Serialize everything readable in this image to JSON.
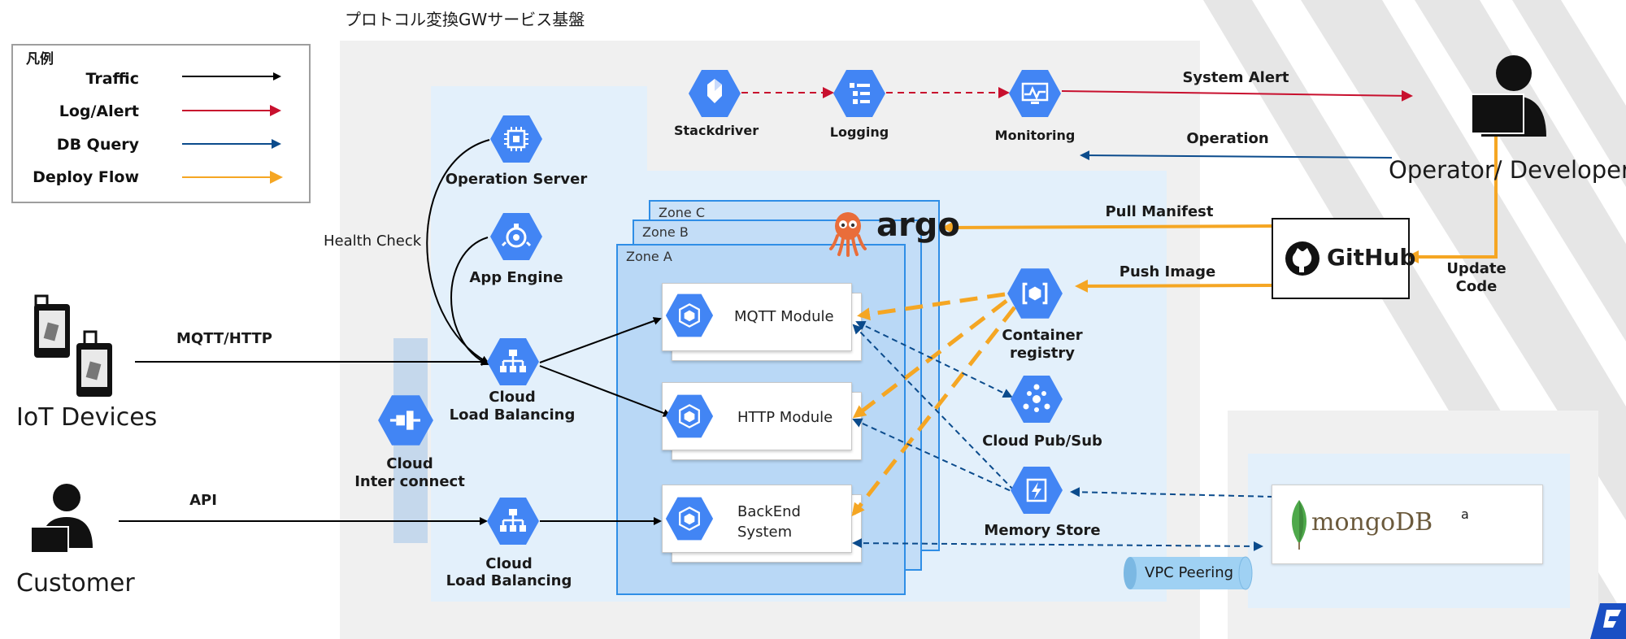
{
  "title": "プロトコル変換GWサービス基盤",
  "legend": {
    "heading": "凡例",
    "items": [
      {
        "label": "Traffic",
        "color": "#000000"
      },
      {
        "label": "Log/Alert",
        "color": "#c8102e"
      },
      {
        "label": "DB Query",
        "color": "#0b4b8c"
      },
      {
        "label": "Deploy Flow",
        "color": "#f5a623"
      }
    ]
  },
  "actors": {
    "iot": "IoT Devices",
    "customer": "Customer",
    "operator": "Operator/ Developer"
  },
  "services": {
    "stackdriver": "Stackdriver",
    "logging": "Logging",
    "monitoring": "Monitoring",
    "operation_server": "Operation Server",
    "app_engine": "App Engine",
    "lb1_line1": "Cloud",
    "lb1_line2": "Load Balancing",
    "lb2_line1": "Cloud",
    "lb2_line2": "Load Balancing",
    "interconnect_line1": "Cloud",
    "interconnect_line2": "Inter connect",
    "container_line1": "Container",
    "container_line2": "registry",
    "pubsub": "Cloud Pub/Sub",
    "memstore": "Memory Store"
  },
  "zones": [
    "Zone C",
    "Zone B",
    "Zone A"
  ],
  "modules": {
    "mqtt": "MQTT Module",
    "http": "HTTP Module",
    "backend_line1": "BackEnd",
    "backend_line2": "System"
  },
  "edges": {
    "mqtt_http": "MQTT/HTTP",
    "api": "API",
    "health_check": "Health Check",
    "system_alert": "System Alert",
    "operation": "Operation",
    "pull_manifest": "Pull Manifest",
    "push_image": "Push Image",
    "update_line1": "Update",
    "update_line2": "Code"
  },
  "external": {
    "argo": "argo",
    "github": "GitHub",
    "mongodb": "mongoDB",
    "mongodb_mark": "a",
    "vpc_peering": "VPC Peering"
  },
  "colors": {
    "gcp_blue": "#4285f4",
    "region_bg": "#f0f0f0",
    "light_blue": "#e3f0fb",
    "zone_fill": "#b9d8f6",
    "log_alert": "#c8102e",
    "db_query": "#0b4b8c",
    "deploy": "#f5a623"
  }
}
